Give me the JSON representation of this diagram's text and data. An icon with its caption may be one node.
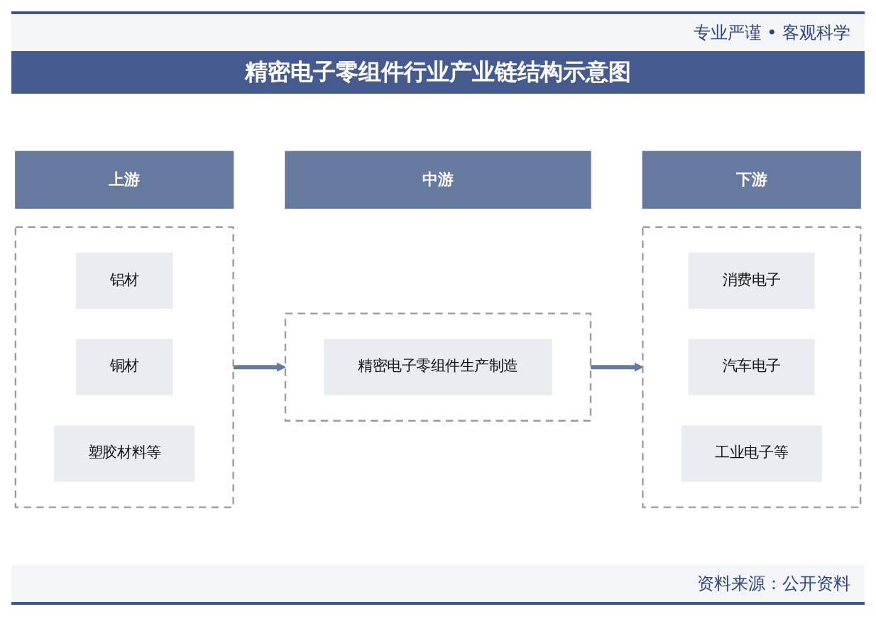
{
  "diagram": {
    "title": "精密电子零组件行业产业链结构示意图",
    "nodes": [
      {
        "text": [
          "上游"
        ]
      },
      {
        "text": [],
        "shape": "box"
      },
      {
        "text": [
          "铝材"
        ],
        "in": 1
      },
      {
        "text": [
          "铜材"
        ],
        "in": 1
      },
      {
        "text": [
          "塑胶材料等"
        ],
        "in": 1
      },
      {
        "text": [
          "中游"
        ]
      },
      {
        "text": [],
        "shape": "box"
      },
      {
        "text": [
          "精密电子零组件生产制造"
        ],
        "in": 6
      },
      {
        "text": [
          "下游"
        ]
      },
      {
        "text": [],
        "shape": "box"
      },
      {
        "text": [
          "消费电子"
        ],
        "in": 9
      },
      {
        "text": [
          "汽车电子"
        ],
        "in": 9
      },
      {
        "text": [
          "工业电子等"
        ],
        "in": 9
      }
    ],
    "edges": [
      {
        "from": 1,
        "to": 6,
        "arrow": "to"
      },
      {
        "from": 6,
        "to": 9,
        "arrow": "to"
      }
    ],
    "labels": [
      "专业严谨 • 客观科学",
      "资料来源：公开资料"
    ]
  }
}
